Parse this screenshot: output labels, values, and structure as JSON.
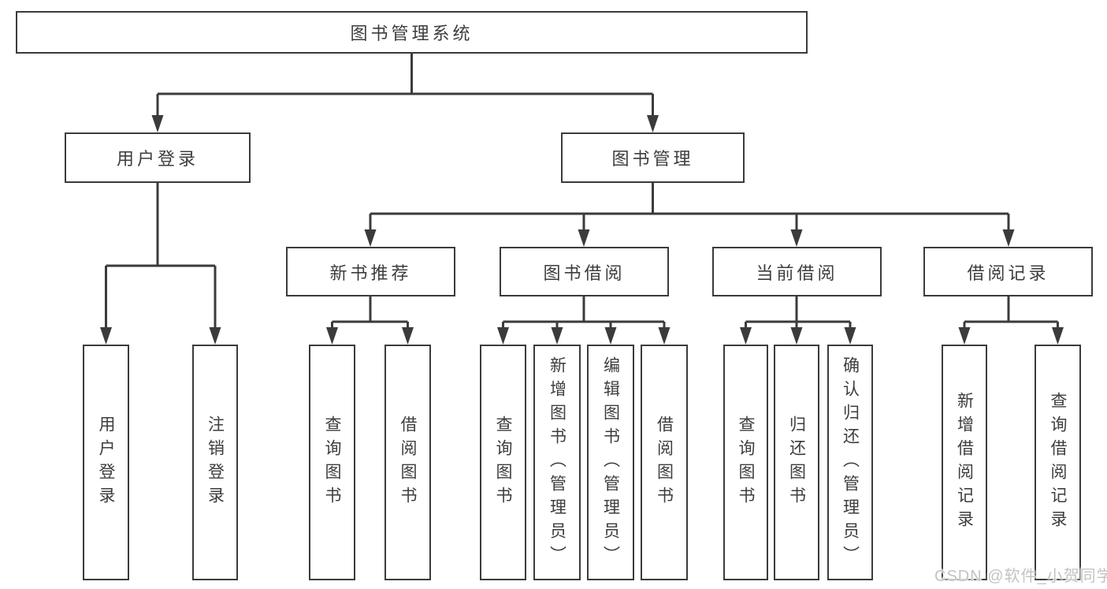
{
  "nodes": {
    "root": {
      "label": "图书管理系统",
      "level": 1
    },
    "user_login": {
      "label": "用户登录",
      "level": 2
    },
    "book_mgmt": {
      "label": "图书管理",
      "level": 2
    },
    "new_book_rec": {
      "label": "新书推荐",
      "level": 3
    },
    "book_borrow": {
      "label": "图书借阅",
      "level": 3
    },
    "current_borrow": {
      "label": "当前借阅",
      "level": 3
    },
    "borrow_records": {
      "label": "借阅记录",
      "level": 3
    },
    "ul_login": {
      "label": "用户登录",
      "level": 4
    },
    "ul_logout": {
      "label": "注销登录",
      "level": 4
    },
    "nbr_query": {
      "label": "查询图书",
      "level": 4
    },
    "nbr_borrow": {
      "label": "借阅图书",
      "level": 4
    },
    "bb_query": {
      "label": "查询图书",
      "level": 4
    },
    "bb_add": {
      "label": "新增图书（管理员）",
      "level": 4
    },
    "bb_edit": {
      "label": "编辑图书（管理员）",
      "level": 4
    },
    "bb_borrow": {
      "label": "借阅图书",
      "level": 4
    },
    "cb_query": {
      "label": "查询图书",
      "level": 4
    },
    "cb_return": {
      "label": "归还图书",
      "level": 4
    },
    "cb_confirm": {
      "label": "确认归还（管理员）",
      "level": 4
    },
    "br_add": {
      "label": "新增借阅记录",
      "level": 4
    },
    "br_query": {
      "label": "查询借阅记录",
      "level": 4
    }
  },
  "edges": [
    {
      "from": "root",
      "to": "user_login"
    },
    {
      "from": "root",
      "to": "book_mgmt"
    },
    {
      "from": "user_login",
      "to": "ul_login"
    },
    {
      "from": "user_login",
      "to": "ul_logout"
    },
    {
      "from": "book_mgmt",
      "to": "new_book_rec"
    },
    {
      "from": "book_mgmt",
      "to": "book_borrow"
    },
    {
      "from": "book_mgmt",
      "to": "current_borrow"
    },
    {
      "from": "book_mgmt",
      "to": "borrow_records"
    },
    {
      "from": "new_book_rec",
      "to": "nbr_query"
    },
    {
      "from": "new_book_rec",
      "to": "nbr_borrow"
    },
    {
      "from": "book_borrow",
      "to": "bb_query"
    },
    {
      "from": "book_borrow",
      "to": "bb_add"
    },
    {
      "from": "book_borrow",
      "to": "bb_edit"
    },
    {
      "from": "book_borrow",
      "to": "bb_borrow"
    },
    {
      "from": "current_borrow",
      "to": "cb_query"
    },
    {
      "from": "current_borrow",
      "to": "cb_return"
    },
    {
      "from": "current_borrow",
      "to": "cb_confirm"
    },
    {
      "from": "borrow_records",
      "to": "br_add"
    },
    {
      "from": "borrow_records",
      "to": "br_query"
    }
  ],
  "colors": {
    "line": "#3b3b3b",
    "text": "#3d3d3d",
    "background": "#ffffff",
    "watermark": "#c3c3c3"
  },
  "watermark": {
    "text": "CSDN @软件_小贺同学"
  }
}
